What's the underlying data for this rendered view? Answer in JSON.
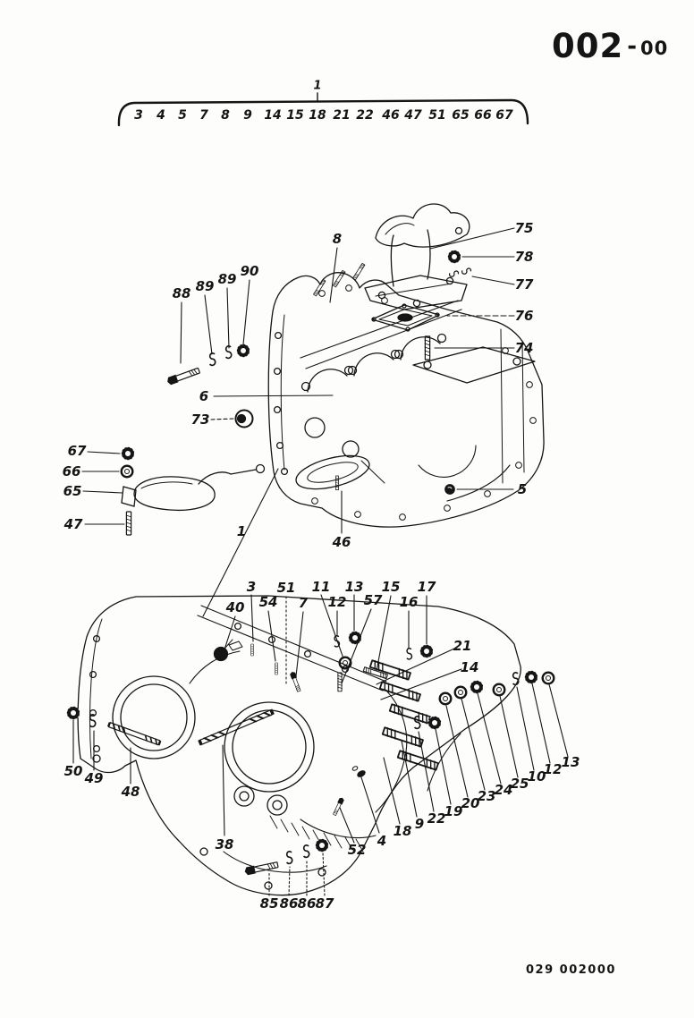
{
  "page": {
    "doc_code": "002",
    "doc_code_separator": "-",
    "doc_code_suffix": "00",
    "footer_code": "029 002000"
  },
  "group_bracket": {
    "group_number": "1",
    "part_numbers": [
      "3",
      "4",
      "5",
      "7",
      "8",
      "9",
      "14",
      "15",
      "18",
      "21",
      "22",
      "46",
      "47",
      "51",
      "65",
      "66",
      "67"
    ]
  },
  "callouts": {
    "u75": "75",
    "u78": "78",
    "u77": "77",
    "u76": "76",
    "u74": "74",
    "u8": "8",
    "u88": "88",
    "u89a": "89",
    "u89b": "89",
    "u90": "90",
    "u6": "6",
    "u73": "73",
    "u67": "67",
    "u66": "66",
    "u65": "65",
    "u47": "47",
    "u5": "5",
    "u46": "46",
    "u1": "1",
    "l40": "40",
    "l3": "3",
    "l54": "54",
    "l51": "51",
    "l7": "7",
    "l11": "11",
    "l12": "12",
    "l13": "13",
    "l57": "57",
    "l15": "15",
    "l16": "16",
    "l17": "17",
    "l21": "21",
    "l14": "14",
    "f4": "4",
    "f18": "18",
    "f9": "9",
    "f22": "22",
    "f19": "19",
    "f20": "20",
    "f23": "23",
    "f24": "24",
    "f25": "25",
    "f10": "10",
    "f12": "12",
    "f13": "13",
    "b50": "50",
    "b49": "49",
    "b48": "48",
    "b38": "38",
    "b52": "52",
    "b85": "85",
    "b86a": "86",
    "b86b": "86",
    "b87": "87"
  }
}
